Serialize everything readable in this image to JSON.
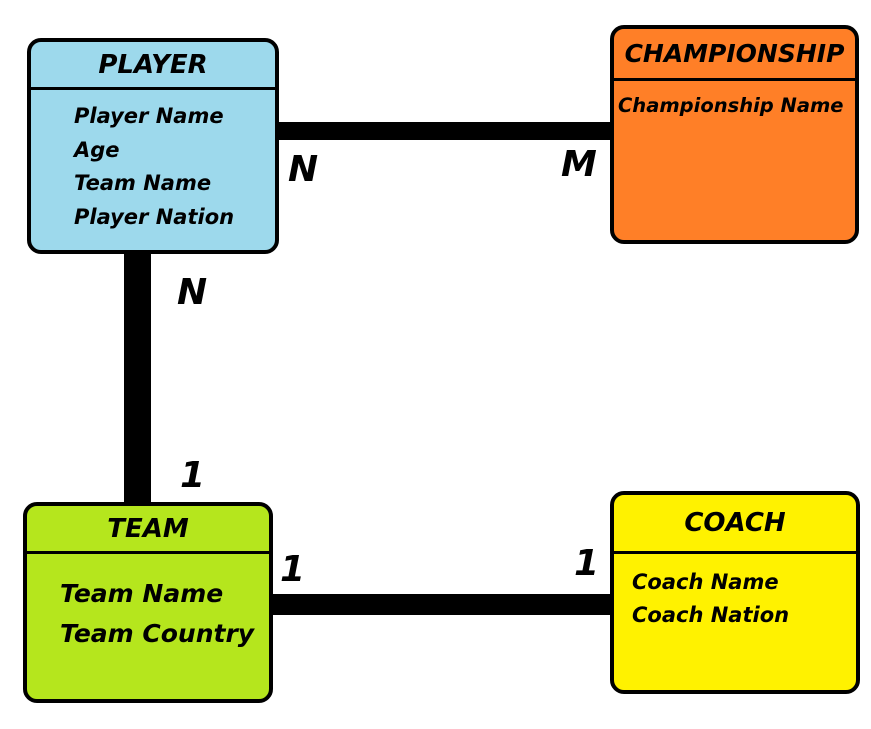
{
  "entities": {
    "player": {
      "title": "PLAYER",
      "color": "#9dd9ec",
      "attributes": [
        "Player Name",
        "Age",
        "Team Name",
        "Player Nation"
      ]
    },
    "championship": {
      "title": "CHAMPIONSHIP",
      "color": "#ff7f27",
      "attributes": [
        "Championship Name"
      ]
    },
    "team": {
      "title": "TEAM",
      "color": "#b5e61d",
      "attributes": [
        "Team Name",
        "Team Country"
      ]
    },
    "coach": {
      "title": "COACH",
      "color": "#fff200",
      "attributes": [
        "Coach Name",
        "Coach Nation"
      ]
    }
  },
  "relationships": [
    {
      "from": "PLAYER",
      "to": "CHAMPIONSHIP",
      "from_cardinality": "N",
      "to_cardinality": "M"
    },
    {
      "from": "PLAYER",
      "to": "TEAM",
      "from_cardinality": "N",
      "to_cardinality": "1"
    },
    {
      "from": "TEAM",
      "to": "COACH",
      "from_cardinality": "1",
      "to_cardinality": "1"
    }
  ]
}
